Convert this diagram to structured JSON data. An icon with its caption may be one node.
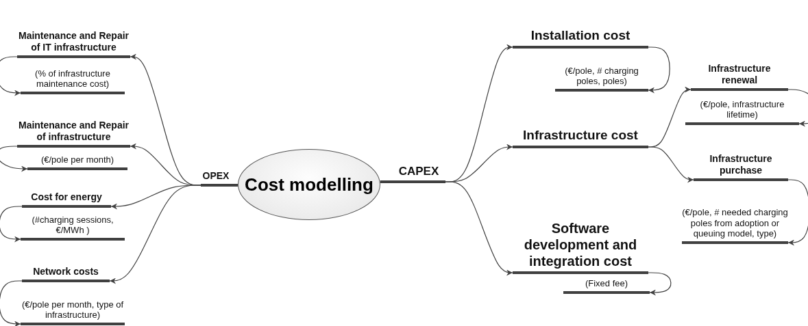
{
  "diagram": {
    "nodes": [
      {
        "text": [
          "Cost modelling"
        ]
      },
      {
        "text": [
          "OPEX"
        ]
      },
      {
        "text": [
          "CAPEX"
        ]
      },
      {
        "text": [
          "Maintenance and Repair of IT infrastructure"
        ]
      },
      {
        "text": [
          "(% of infrastructure maintenance cost)"
        ]
      },
      {
        "text": [
          "Maintenance and Repair of infrastructure"
        ]
      },
      {
        "text": [
          "(€/pole per month)"
        ]
      },
      {
        "text": [
          "Cost for energy"
        ]
      },
      {
        "text": [
          "(#charging sessions, €/MWh )"
        ]
      },
      {
        "text": [
          "Network costs"
        ]
      },
      {
        "text": [
          "(€/pole per month, type of infrastructure)"
        ]
      },
      {
        "text": [
          "Installation cost"
        ]
      },
      {
        "text": [
          "(€/pole, # charging poles, poles)"
        ]
      },
      {
        "text": [
          "Infrastructure cost"
        ]
      },
      {
        "text": [
          "Infrastructure renewal"
        ]
      },
      {
        "text": [
          "(€/pole, infrastructure lifetime)"
        ]
      },
      {
        "text": [
          "Infrastructure purchase"
        ]
      },
      {
        "text": [
          "(€/pole, # needed charging poles from adoption or queuing model, type)"
        ]
      },
      {
        "text": [
          "Software development and integration cost"
        ]
      },
      {
        "text": [
          "(Fixed fee)"
        ]
      }
    ],
    "edges": [
      {
        "from": 0,
        "to": 1,
        "arrow": "none",
        "style": "thick"
      },
      {
        "from": 0,
        "to": 2,
        "arrow": "none",
        "style": "thick"
      },
      {
        "from": 1,
        "to": 3,
        "arrow": "to"
      },
      {
        "from": 1,
        "to": 5,
        "arrow": "to"
      },
      {
        "from": 1,
        "to": 7,
        "arrow": "to"
      },
      {
        "from": 1,
        "to": 9,
        "arrow": "to"
      },
      {
        "from": 2,
        "to": 11,
        "arrow": "to"
      },
      {
        "from": 2,
        "to": 13,
        "arrow": "to"
      },
      {
        "from": 2,
        "to": 18,
        "arrow": "to"
      },
      {
        "from": 13,
        "to": 14,
        "arrow": "to"
      },
      {
        "from": 13,
        "to": 16,
        "arrow": "to"
      },
      {
        "from": 3,
        "to": 4,
        "arrow": "to"
      },
      {
        "from": 5,
        "to": 6,
        "arrow": "to"
      },
      {
        "from": 7,
        "to": 8,
        "arrow": "to"
      },
      {
        "from": 9,
        "to": 10,
        "arrow": "to"
      },
      {
        "from": 11,
        "to": 12,
        "arrow": "to"
      },
      {
        "from": 14,
        "to": 15,
        "arrow": "to"
      },
      {
        "from": 16,
        "to": 17,
        "arrow": "to"
      },
      {
        "from": 18,
        "to": 19,
        "arrow": "to"
      }
    ]
  }
}
